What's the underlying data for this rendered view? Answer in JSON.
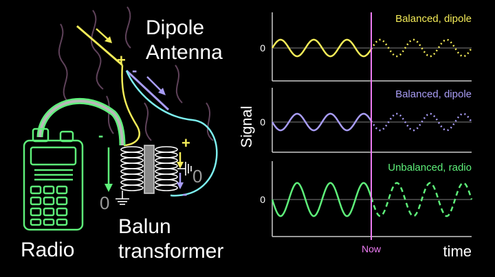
{
  "labels": {
    "dipole_antenna_line1": "Dipole",
    "dipole_antenna_line2": "Antenna",
    "radio": "Radio",
    "balun_line1": "Balun",
    "balun_line2": "transformer",
    "plus": "+",
    "minus": "-",
    "zero": "0"
  },
  "colors": {
    "yellow": "#f4ec58",
    "purple": "#a89cf5",
    "green": "#5ef07a",
    "cyan": "#7df0f0",
    "magenta": "#ee7cf4",
    "wave_bg": "#6a4a64"
  },
  "chart_data": {
    "type": "line",
    "xlabel": "time",
    "ylabel": "Signal",
    "marker_label": "Now",
    "panels": [
      {
        "title": "Balanced, dipole",
        "zero_label": "0",
        "color": "#f4ec58",
        "amplitude": 0.55,
        "cycles": 6,
        "phase": 0,
        "future_style": "dotted"
      },
      {
        "title": "Balanced, dipole",
        "zero_label": "0",
        "color": "#a89cf5",
        "amplitude": 0.55,
        "cycles": 6,
        "phase": 180,
        "future_style": "dotted"
      },
      {
        "title": "Unbalanced, radio",
        "zero_label": "0",
        "color": "#5ef07a",
        "amplitude": 1.1,
        "cycles": 6,
        "phase": 180,
        "future_style": "dashed"
      }
    ]
  }
}
